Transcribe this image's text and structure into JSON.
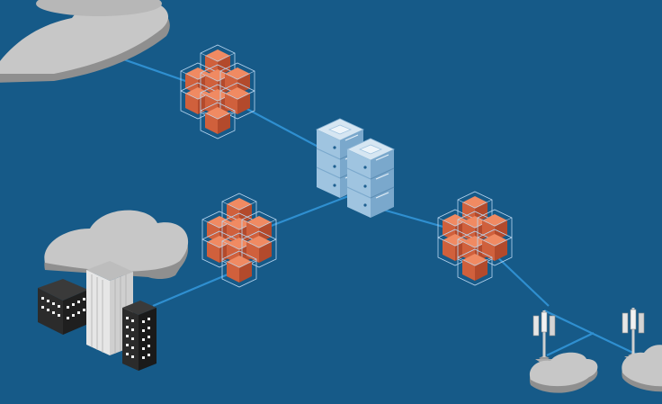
{
  "diagram": {
    "kind": "isometric network illustration",
    "colors": {
      "background": "#165a88",
      "link": "#2f8fd0",
      "cloud_light": "#c7c7c7",
      "cloud_shadow": "#8f8f8f",
      "cube_top": "#f08a62",
      "cube_left": "#d0603c",
      "cube_right": "#b34a2c",
      "cube_wire": "#b9d6f0",
      "server_top": "#d6e6f2",
      "server_left": "#9fc4e0",
      "server_right": "#7aa8cc",
      "building_dark": "#2b2b2b",
      "building_light": "#e6e6e6",
      "window": "#f2f2f2"
    },
    "nodes": [
      {
        "id": "cloud-top-left",
        "icon": "cloud-icon"
      },
      {
        "id": "cluster-top",
        "icon": "cube-cluster-icon"
      },
      {
        "id": "cluster-left",
        "icon": "cube-cluster-icon"
      },
      {
        "id": "server-stack",
        "icon": "server-icon"
      },
      {
        "id": "cluster-right",
        "icon": "cube-cluster-icon"
      },
      {
        "id": "office-buildings",
        "icon": "building-icon"
      },
      {
        "id": "cloud-buildings",
        "icon": "cloud-icon"
      },
      {
        "id": "cell-tower-left",
        "icon": "cell-tower-icon"
      },
      {
        "id": "cell-tower-right",
        "icon": "cell-tower-icon"
      },
      {
        "id": "cloud-bottom-middle",
        "icon": "cloud-icon"
      },
      {
        "id": "cloud-bottom-right",
        "icon": "cloud-icon"
      }
    ]
  }
}
